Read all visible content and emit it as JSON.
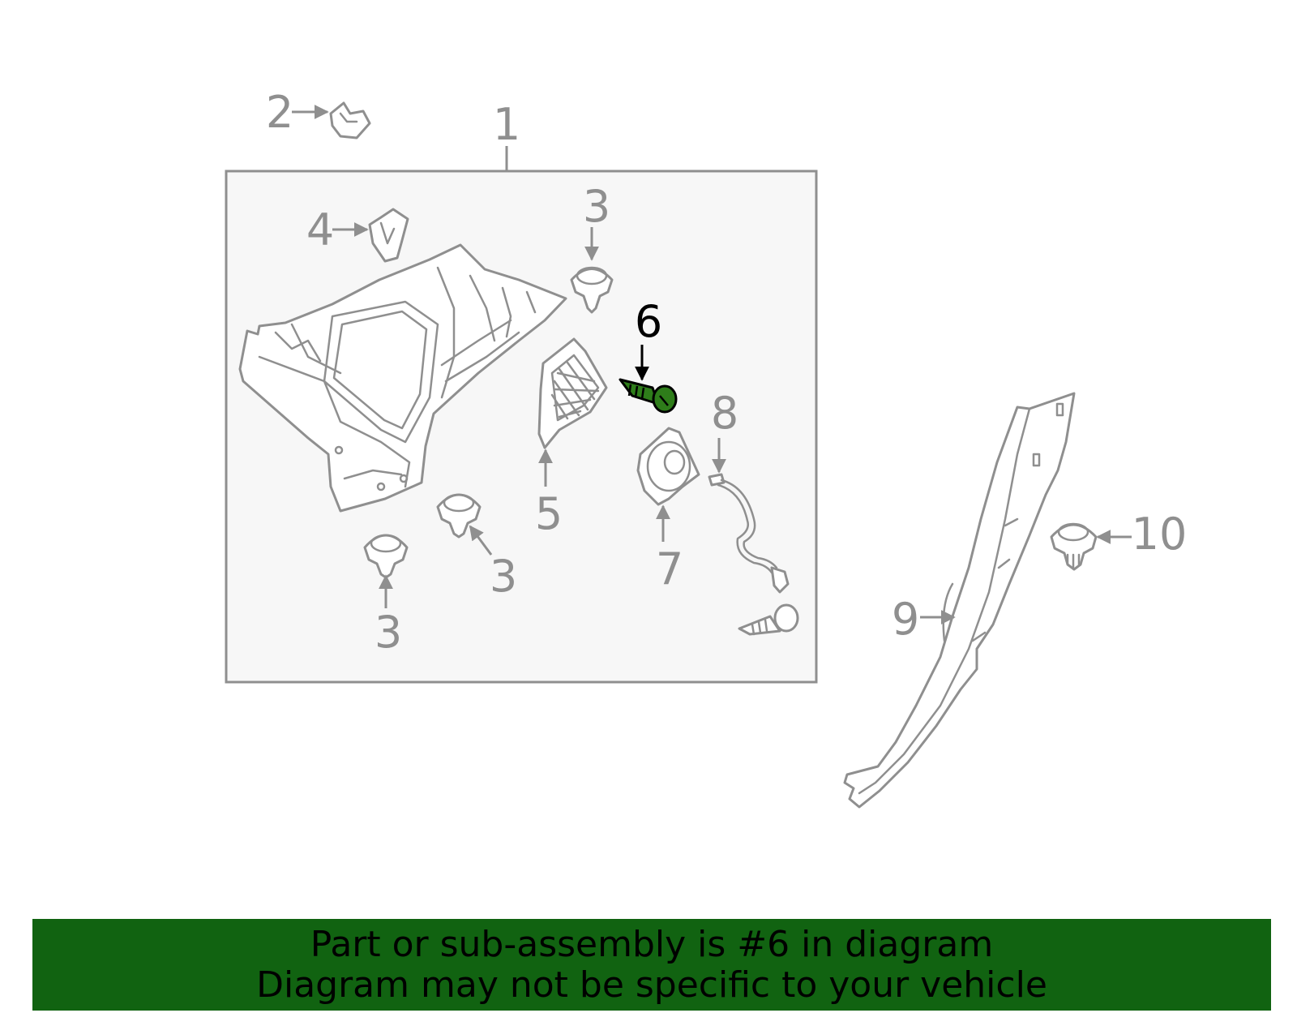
{
  "diagram": {
    "callouts": {
      "c1": "1",
      "c2": "2",
      "c3a": "3",
      "c3b": "3",
      "c3c": "3",
      "c4": "4",
      "c5": "5",
      "c6": "6",
      "c7": "7",
      "c8": "8",
      "c9": "9",
      "c10": "10"
    },
    "highlighted_part": "6",
    "highlight_color": "#2e7d1a",
    "line_color": "#8f8f8f",
    "box_fill": "#f7f7f7"
  },
  "banner": {
    "line1": "Part or sub-assembly is #6 in diagram",
    "line2": "Diagram may not be specific to your vehicle",
    "background": "#116311"
  }
}
